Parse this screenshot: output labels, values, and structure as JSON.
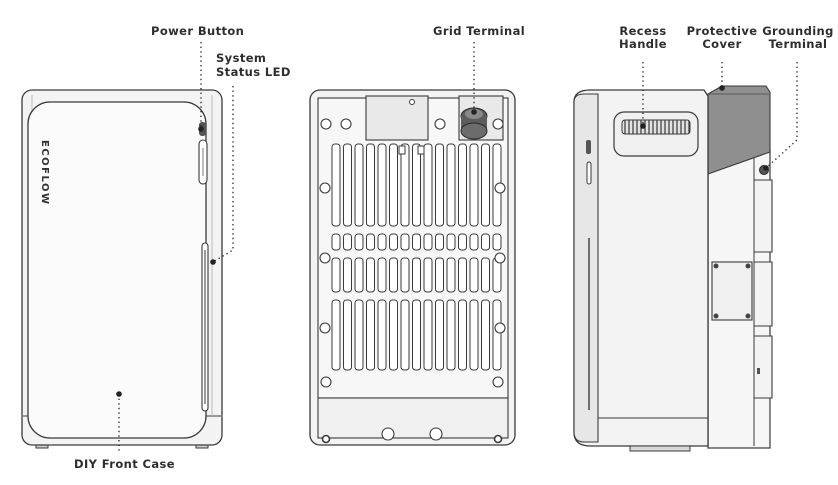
{
  "brand": {
    "logo_text": "ECOFLOW"
  },
  "labels": {
    "power_button": "Power Button",
    "status_led_line1": "System",
    "status_led_line2": "Status LED",
    "diy_front_case": "DIY Front Case",
    "grid_terminal": "Grid Terminal",
    "recess_handle_line1": "Recess",
    "recess_handle_line2": "Handle",
    "protective_cover_line1": "Protective",
    "protective_cover_line2": "Cover",
    "grounding_terminal_line1": "Grounding",
    "grounding_terminal_line2": "Terminal"
  },
  "colors": {
    "outline": "#3a3a3a",
    "body_fill": "#f3f3f3",
    "panel_fill": "#ececec",
    "cover_fill": "#8f8f8f",
    "label_text": "#2e2e2e"
  }
}
